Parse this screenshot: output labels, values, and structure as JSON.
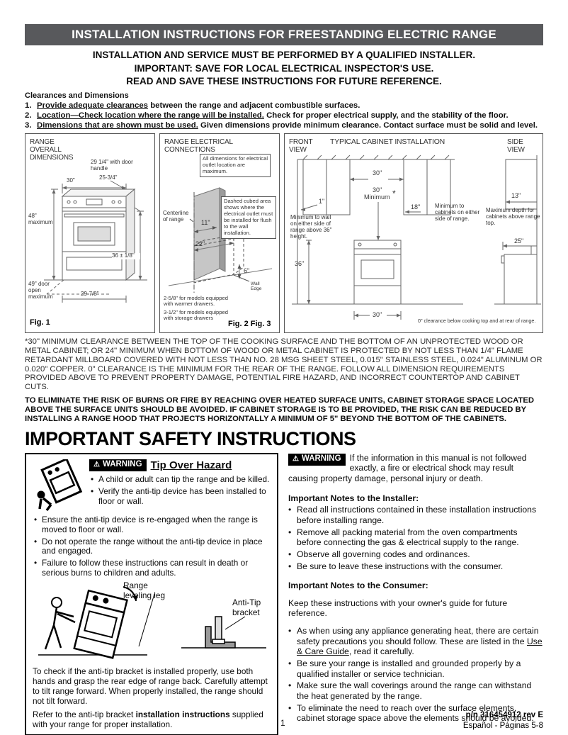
{
  "header": {
    "title": "INSTALLATION INSTRUCTIONS FOR FREESTANDING ELECTRIC RANGE"
  },
  "intro": {
    "line1": "INSTALLATION AND SERVICE MUST BE PERFORMED BY A QUALIFIED INSTALLER.",
    "line2": "IMPORTANT: SAVE FOR LOCAL ELECTRICAL INSPECTOR'S USE.",
    "line3": "READ AND SAVE THESE INSTRUCTIONS FOR FUTURE REFERENCE."
  },
  "clearances": {
    "heading": "Clearances and Dimensions",
    "items": [
      {
        "num": "1.",
        "lead": "Provide adequate clearances",
        "rest": " between the range and adjacent combustible surfaces."
      },
      {
        "num": "2.",
        "lead": "Location—Check location where the range will be installed.",
        "rest": " Check for proper electrical supply, and the stability of the floor."
      },
      {
        "num": "3.",
        "lead": "Dimensions that are shown must be used.",
        "rest": " Given dimensions provide minimum clearance. Contact surface must be solid and level."
      }
    ]
  },
  "fig1": {
    "title": "RANGE OVERALL DIMENSIONS",
    "dim_handle": "29 1/4\" with door handle",
    "dim_depth": "25-3/4\"",
    "dim_width": "30\"",
    "dim_height": "48\" maximum",
    "dim_cooktop": "36 ± 1/8\"",
    "dim_door_open": "49\" door open maximum",
    "dim_body": "29-7/8\"",
    "caption": "Fig. 1"
  },
  "fig2": {
    "title": "RANGE ELECTRICAL CONNECTIONS",
    "note_max": "All dimensions for electrical outlet location are maximum.",
    "note_dashed": "Dashed cubed area shows where the electrical outlet must be installed for flush to the wall installation.",
    "centerline": "Centerline of range",
    "dim_11": "11\"",
    "dim_22": "22\"",
    "dim_6": "6\"",
    "wall_edge": "Wall Edge",
    "note_warmer": "2-5/8\" for models equipped with warmer drawers.",
    "note_storage": "3-1/2\" for models equipped with storage drawers",
    "caption": "Fig. 2 Fig. 3"
  },
  "fig3": {
    "front_view": "FRONT VIEW",
    "title": "TYPICAL CABINET INSTALLATION",
    "side_view": "SIDE VIEW",
    "dim_top_30": "30\"",
    "dim_min_30": "30\"",
    "min_label": "Minimum",
    "asterisk": "*",
    "dim_1": "1\"",
    "note_wall": "Minimum to wall on either side of range above 36\" height.",
    "dim_18": "18\"",
    "note_cabinets": "Minimum to cabinets on either side of range.",
    "dim_36": "36\"",
    "dim_bottom_30": "30\"",
    "note_zero": "0\" clearance below cooking top and at rear of range.",
    "dim_13": "13\"",
    "note_depth": "Maximum depth for cabinets above range top.",
    "dim_25": "25\""
  },
  "clearance_note": "*30\" MINIMUM CLEARANCE BETWEEN THE TOP OF THE COOKING SURFACE AND THE  BOTTOM OF AN UNPROTECTED WOOD OR METAL CABINET; OR 24\" MINIMUM WHEN BOTTOM OF WOOD OR METAL CABINET IS PROTECTED BY NOT LESS THAN 1/4\" FLAME RETARDANT MILLBOARD COVERED WITH NOT LESS THAN NO. 28 MSG SHEET STEEL, 0.015\" STAINLESS STEEL, 0.024\" ALUMINUM OR 0.020\" COPPER. 0\" CLEARANCE IS THE MINIMUM FOR THE REAR OF THE RANGE. FOLLOW ALL DIMENSION REQUIREMENTS PROVIDED ABOVE TO PREVENT PROPERTY DAMAGE, POTENTIAL FIRE HAZARD, AND INCORRECT COUNTERTOP AND CABINET CUTS.",
  "burn_warning": "TO ELIMINATE THE RISK OF BURNS OR FIRE BY REACHING OVER HEATED SURFACE UNITS, CABINET STORAGE SPACE LOCATED ABOVE THE SURFACE UNITS SHOULD BE AVOIDED. IF CABINET STORAGE IS TO BE PROVIDED, THE RISK CAN BE REDUCED BY INSTALLING A RANGE HOOD THAT PROJECTS HORIZONTALLY A MINIMUM OF 5\" BEYOND THE BOTTOM OF THE CABINETS.",
  "safety_heading": "IMPORTANT SAFETY INSTRUCTIONS",
  "tip_over": {
    "warning_label": "WARNING",
    "title": "Tip Over Hazard",
    "bullets": [
      "A child or adult can tip the range and be killed.",
      "Verify the anti-tip device has been installed to floor or wall.",
      "Ensure the anti-tip device is re-engaged when the range is moved to floor or wall.",
      "Do not operate the range without the anti-tip device in place and engaged.",
      "Failure to follow these instructions can result in death or serious burns to children and adults."
    ],
    "label_leveling": "Range leveling leg",
    "label_bracket": "Anti-Tip bracket",
    "check_text": "To check if the anti-tip bracket is installed properly, use both hands and grasp the rear edge of range back. Carefully attempt to tilt range forward. When properly installed, the range should not tilt forward.",
    "refer_pre": "Refer to the anti-tip bracket ",
    "refer_bold": "installation instructions",
    "refer_post": " supplied with your range for proper installation."
  },
  "right_col": {
    "warning_label": "WARNING",
    "warning_text": "If the information in this manual is not followed exactly, a fire or electrical shock may result causing property damage, personal injury or death.",
    "installer_heading": "Important Notes to the Installer:",
    "installer_bullets": [
      "Read all instructions contained in these installation instructions before installing range.",
      "Remove all packing material from the oven compartments before connecting the gas & electrical supply to the range.",
      "Observe all governing codes and ordinances.",
      "Be sure to leave these instructions with the consumer."
    ],
    "consumer_heading": "Important Notes to the Consumer:",
    "consumer_intro": "Keep these instructions with your owner's guide for future reference.",
    "consumer_bullets": [
      {
        "pre": "As when using any appliance generating heat, there are certain safety precautions you should follow. These are listed in the ",
        "underline": "Use & Care Guide",
        "post": ", read it carefully."
      },
      {
        "pre": "Be sure your range is installed and grounded properly by a qualified installer or service technician.",
        "underline": "",
        "post": ""
      },
      {
        "pre": "Make sure the wall coverings around the range can withstand the heat generated by the range.",
        "underline": "",
        "post": ""
      },
      {
        "pre": "To eliminate the need to reach over the surface elements, cabinet storage space above the elements should be avoided.",
        "underline": "",
        "post": ""
      }
    ]
  },
  "footer": {
    "page_number": "1",
    "part_number": "p/n 316454912 rev E",
    "spanish": "Español - Páginas 5-8"
  }
}
